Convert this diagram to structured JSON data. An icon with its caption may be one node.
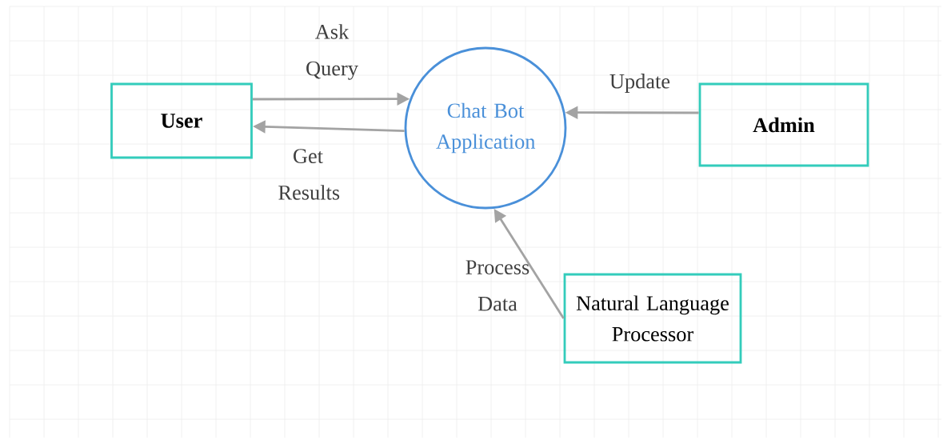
{
  "diagram": {
    "nodes": [
      {
        "text": [
          "User"
        ]
      },
      {
        "text": [
          "Chat Bot Application"
        ]
      },
      {
        "text": [
          "Admin"
        ]
      },
      {
        "text": [
          "Natural Language Processor"
        ]
      }
    ],
    "edges": [
      {
        "from": 0,
        "to": 1,
        "arrow": "to",
        "label": "Ask Query"
      },
      {
        "from": 1,
        "to": 0,
        "arrow": "to",
        "label": "Get Results"
      },
      {
        "from": 2,
        "to": 1,
        "arrow": "to",
        "label": "Update"
      },
      {
        "from": 3,
        "to": 1,
        "arrow": "to",
        "label": "Process Data"
      }
    ]
  }
}
